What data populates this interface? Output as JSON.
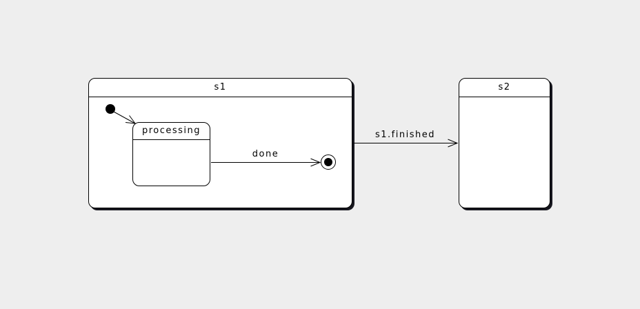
{
  "diagram": {
    "type": "uml-state-machine",
    "colors": {
      "background": "#eeeeee",
      "state_fill": "#ffffff",
      "border": "#000000",
      "shadow": "#16161e"
    },
    "states": {
      "s1": {
        "label": "s1",
        "kind": "composite-state"
      },
      "s2": {
        "label": "s2",
        "kind": "simple-state"
      },
      "processing": {
        "label": "processing",
        "kind": "simple-state",
        "parent": "s1"
      }
    },
    "pseudostates": {
      "initial": {
        "kind": "initial-state",
        "parent": "s1"
      },
      "final": {
        "kind": "final-state",
        "parent": "s1"
      }
    },
    "transitions": {
      "initial_to_processing": {
        "label": "",
        "from": "initial",
        "to": "processing"
      },
      "processing_to_final": {
        "label": "done",
        "from": "processing",
        "to": "final"
      },
      "s1_to_s2": {
        "label": "s1.finished",
        "from": "s1",
        "to": "s2"
      }
    }
  }
}
